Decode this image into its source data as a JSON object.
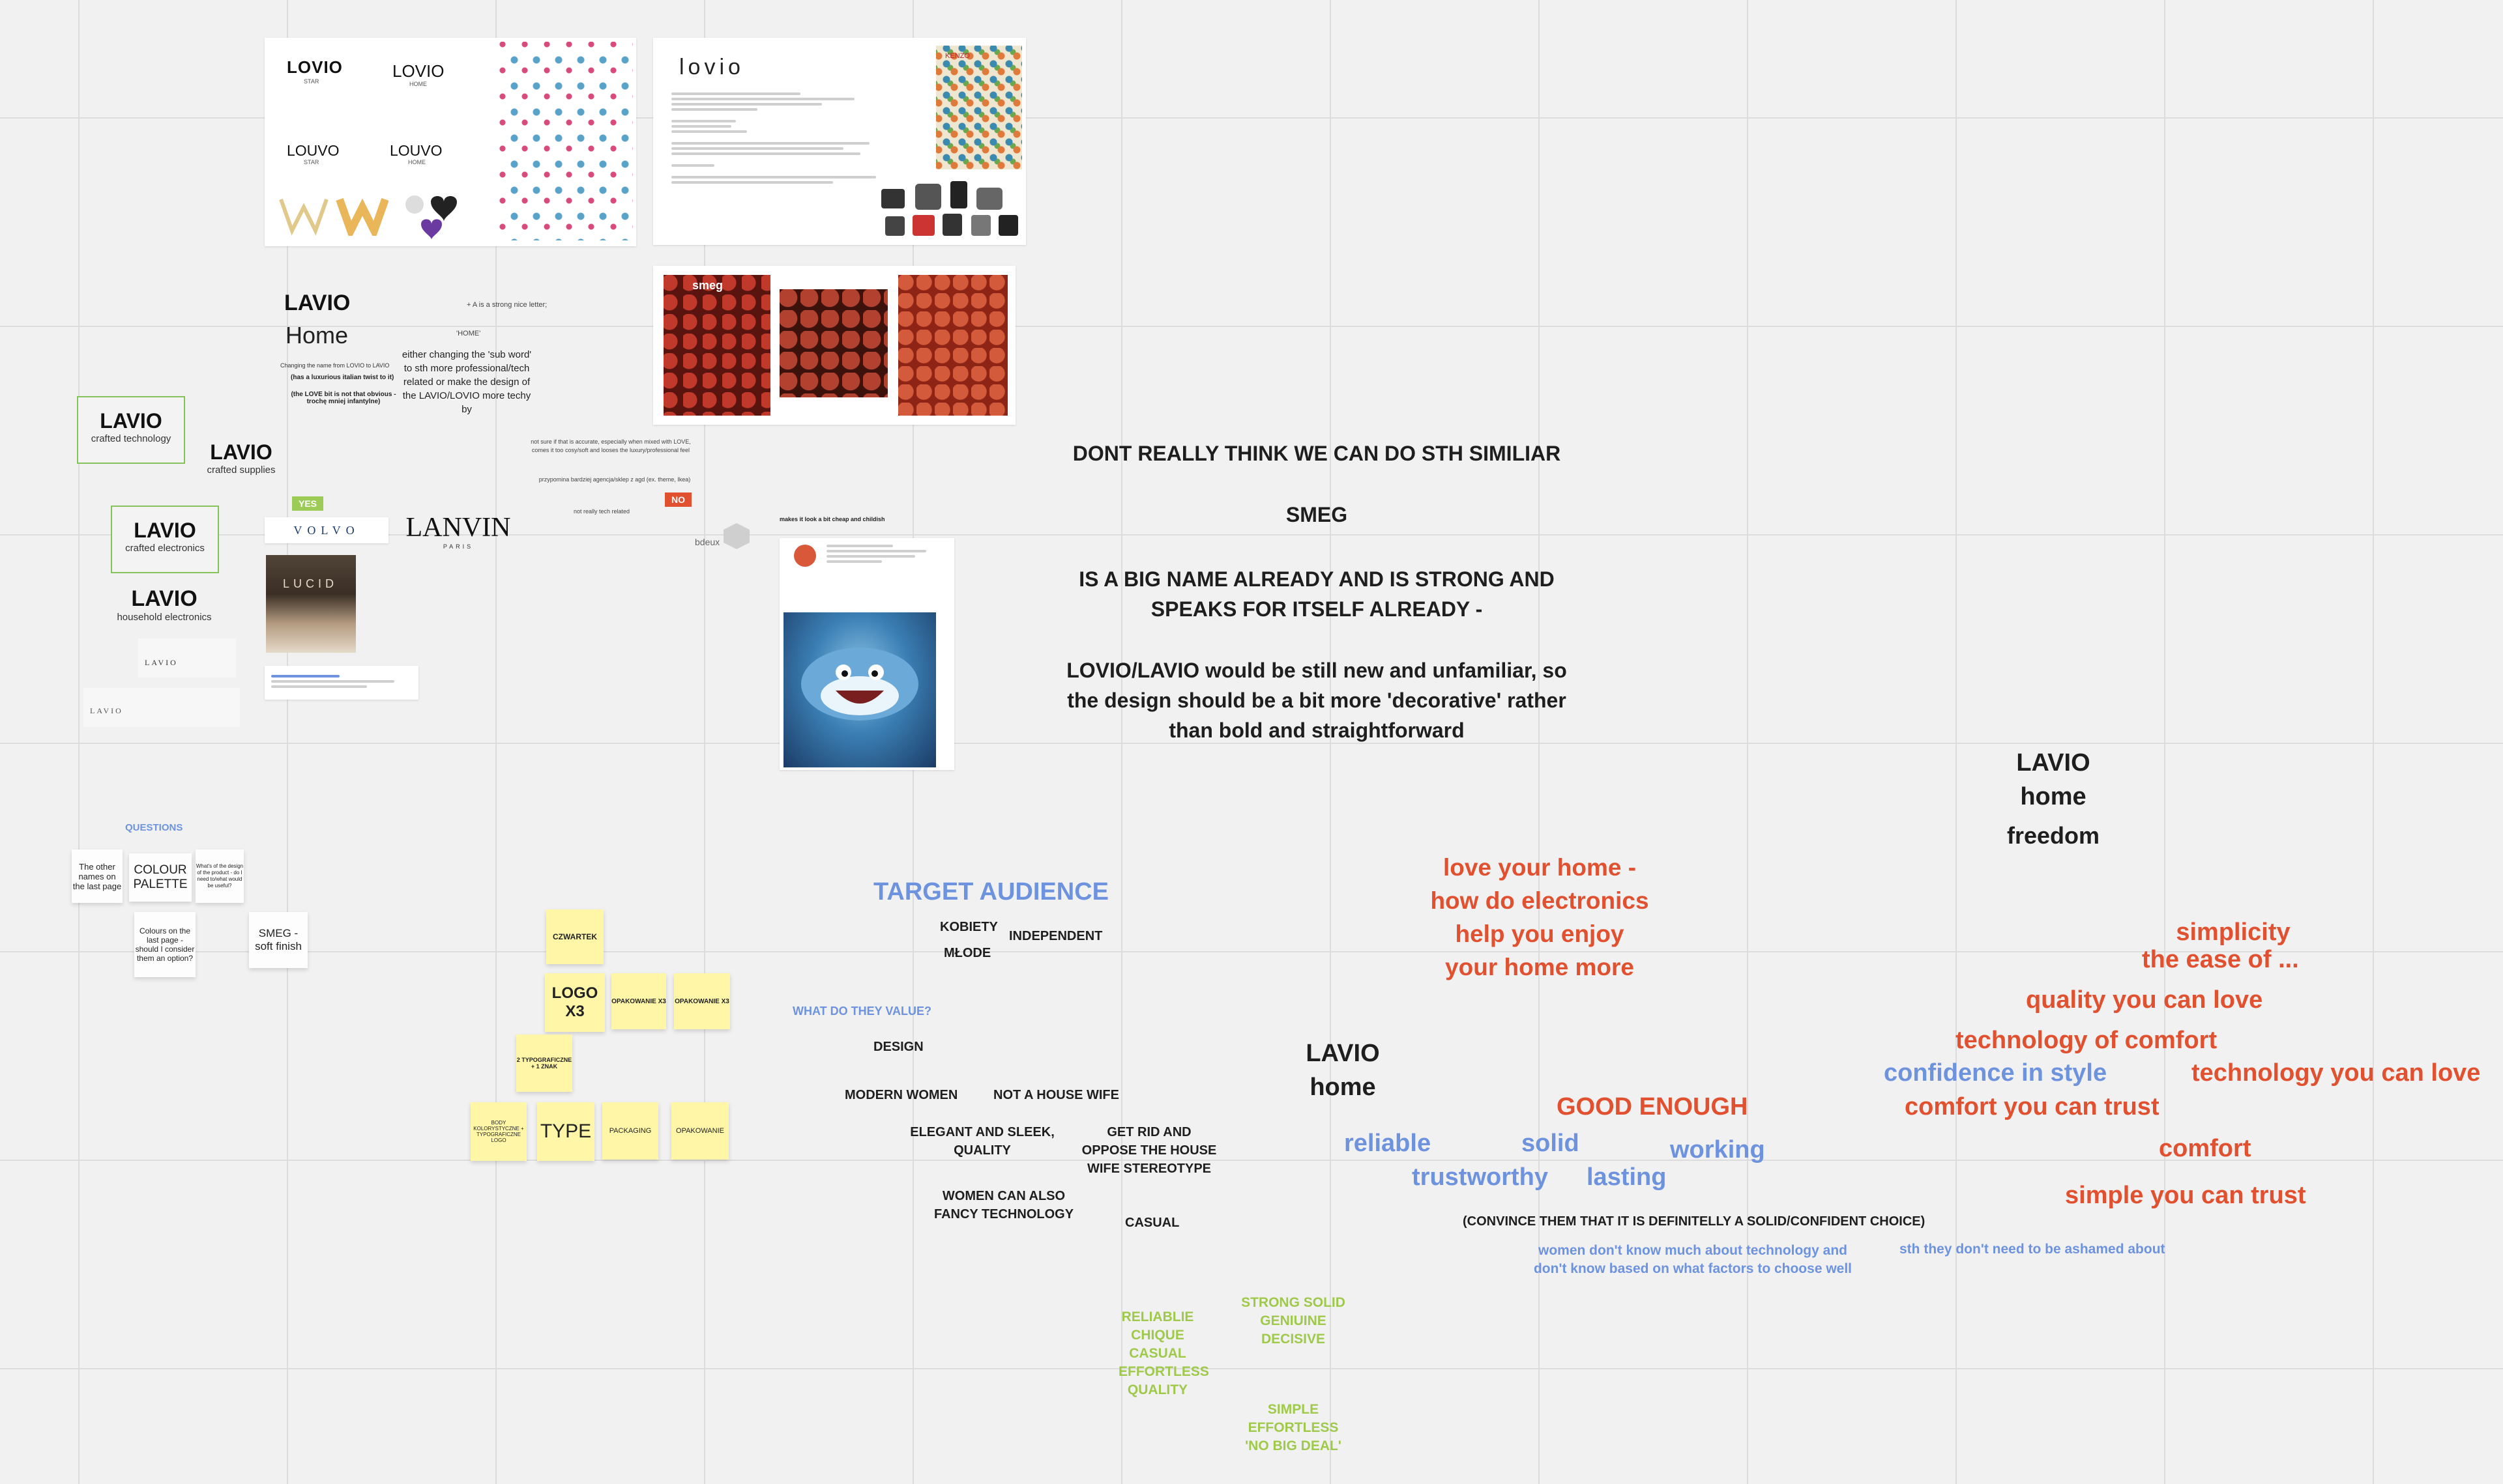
{
  "moodboard": {
    "logos_frame": {
      "lovio_star": "LOVIO",
      "lovio_star_sub": "STAR",
      "lovio_home": "LOVIO",
      "lovio_home_sub": "HOME",
      "louvo_star": "LOUVO",
      "louvo_star_sub": "STAR",
      "louvo_home": "LOUVO",
      "louvo_home_sub": "HOME"
    },
    "brand_frame": {
      "wordmark": "lovio",
      "tag": "KENZO"
    },
    "lavio_home_block": {
      "title": "LAVIO",
      "subtitle": "Home",
      "note_a": "Changing the name from LOVIO to LAVIO",
      "note_b": "(has a luxurious italian twist to it)",
      "note_c": "(the LOVE bit is not that obvious - trochę mniej infantylne)",
      "note_d": "+ A is a strong nice letter;",
      "note_e": "'HOME'",
      "note_f": "either changing the 'sub word' to sth more professional/tech related or make the design of the LAVIO/LOVIO more techy by",
      "bullet_1": "not sure if that is accurate, especially when mixed with LOVE, comes it too cosy/soft and looses the luxury/professional feel",
      "bullet_2": "przypomina bardziej agencja/sklep z agd (ex. theme, Ikea)",
      "bullet_3": "not really tech related"
    },
    "labels": {
      "yes": "YES",
      "no": "NO"
    },
    "lavio_variants": [
      {
        "name": "LAVIO",
        "sub": "crafted technology"
      },
      {
        "name": "LAVIO",
        "sub": "crafted supplies"
      },
      {
        "name": "LAVIO",
        "sub": "crafted electronics"
      },
      {
        "name": "LAVIO",
        "sub": "household electronics"
      }
    ],
    "ref_logos": {
      "volvo": "VOLVO",
      "lanvin": "LANVIN",
      "lanvin_sub": "PARIS",
      "lucid": "LUCID",
      "bdeux": "bdeux"
    },
    "small_wordmarks": {
      "a": "LAVIO",
      "b": "LAVIO"
    },
    "smeg_label": "smeg",
    "cheap_note": "makes it look a bit cheap and childish",
    "smeg_statement": {
      "line1": "DONT REALLY THINK WE CAN DO STH SIMILIAR",
      "line2": "SMEG",
      "line3": "IS A BIG NAME ALREADY AND IS STRONG AND SPEAKS FOR ITSELF ALREADY -",
      "line4": "LOVIO/LAVIO would be still new and unfamiliar, so the design should be a bit more 'decorative' rather than bold and straightforward"
    },
    "lavio_home_freedom": {
      "name": "LAVIO",
      "home": "home",
      "freedom": "freedom"
    },
    "questions": {
      "title": "QUESTIONS",
      "q1": "The other names on the last page",
      "q2": "COLOUR PALETTE",
      "q3": "What's of the design of the product - do I need to/what would be useful?",
      "q4": "Colours on the last page - should I consider them an option?",
      "q5": "SMEG - soft finish"
    },
    "tasks": {
      "czwartek": "CZWARTEK",
      "logo": "LOGO X3",
      "opak1": "OPAKOWANIE X3",
      "opak2": "OPAKOWANIE X3",
      "typo": "2 TYPOGRAFICZNE + 1 ZNAK",
      "body": "BODY KOLORYSTYCZNE + TYPOGRAFICZNE LOGO",
      "type": "TYPE",
      "packaging": "PACKAGING",
      "opakowanie": "OPAKOWANIE"
    },
    "audience": {
      "title": "TARGET AUDIENCE",
      "kobiety": "KOBIETY",
      "mlode": "MŁODE",
      "independent": "INDEPENDENT",
      "values_title": "WHAT DO THEY VALUE?",
      "design": "DESIGN",
      "modern": "MODERN WOMEN",
      "not_wife": "NOT A HOUSE WIFE",
      "elegant": "ELEGANT AND SLEEK, QUALITY",
      "get_rid": "GET RID AND OPPOSE THE HOUSE WIFE STEREOTYPE",
      "fancy": "WOMEN CAN ALSO FANCY TECHNOLOGY",
      "casual": "CASUAL"
    },
    "green_words": {
      "g1": "RELIABLIE CHIQUE CASUAL EFFORTLESS QUALITY",
      "g2": "STRONG SOLID GENIUINE DECISIVE",
      "g3": "SIMPLE EFFORTLESS 'NO BIG DEAL'"
    },
    "center_lavio": {
      "name": "LAVIO",
      "home": "home"
    },
    "blue_words": {
      "reliable": "reliable",
      "solid": "solid",
      "working": "working",
      "trustworthy": "trustworthy",
      "lasting": "lasting",
      "confidence": "confidence in style",
      "women_note": "women don't know much about technology and don't know based on what factors to choose well",
      "ashamed": "sth they don't need to be ashamed about"
    },
    "red_words": {
      "love_home": "love your home - how do electronics help you enjoy your home more",
      "good_enough": "GOOD ENOUGH",
      "simplicity": "simplicity",
      "ease": "the ease of ...",
      "quality": "quality you can love",
      "tech_comfort": "technology of comfort",
      "tech_love": "technology you can love",
      "comfort_trust": "comfort you can trust",
      "comfort": "comfort",
      "simple_trust": "simple you can trust"
    },
    "convince": "(CONVINCE THEM THAT IT IS DEFINITELLY A SOLID/CONFIDENT CHOICE)"
  },
  "colors": {
    "red": "#e1502f",
    "blue": "#6d93de",
    "green": "#9fc94a",
    "sticky": "#fff6a8"
  }
}
